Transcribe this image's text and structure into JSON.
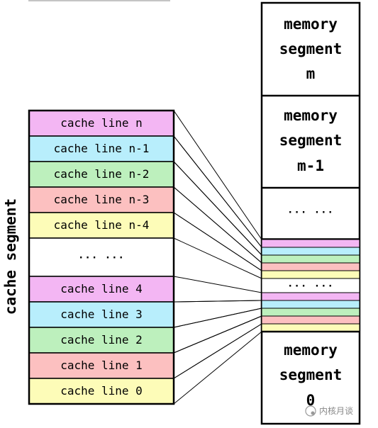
{
  "cache": {
    "label": "cache segment",
    "lines": [
      {
        "label": "cache line n",
        "color": "#f3b6f3"
      },
      {
        "label": "cache line n-1",
        "color": "#b8eefc"
      },
      {
        "label": "cache line n-2",
        "color": "#bdf0bd"
      },
      {
        "label": "cache line n-3",
        "color": "#fcc0c0"
      },
      {
        "label": "cache line n-4",
        "color": "#fdfcb8"
      },
      {
        "label": "··· ···",
        "color": "#ffffff"
      },
      {
        "label": "cache line 4",
        "color": "#f3b6f3"
      },
      {
        "label": "cache line 3",
        "color": "#b8eefc"
      },
      {
        "label": "cache line 2",
        "color": "#bdf0bd"
      },
      {
        "label": "cache line 1",
        "color": "#fcc0c0"
      },
      {
        "label": "cache line 0",
        "color": "#fdfcb8"
      }
    ]
  },
  "memory": {
    "segment_m": [
      "memory",
      "segment",
      "m"
    ],
    "segment_m1": [
      "memory",
      "segment",
      "m-1"
    ],
    "middle_dots": "··· ···",
    "strip_dots": "··· ···",
    "segment_0": [
      "memory",
      "segment",
      "0"
    ],
    "strip_colors_top": [
      "#f3b6f3",
      "#b8eefc",
      "#bdf0bd",
      "#fcc0c0",
      "#fdfcb8"
    ],
    "strip_colors_bottom": [
      "#f3b6f3",
      "#b8eefc",
      "#bdf0bd",
      "#fcc0c0",
      "#fdfcb8"
    ]
  },
  "watermark": "内核月谈"
}
